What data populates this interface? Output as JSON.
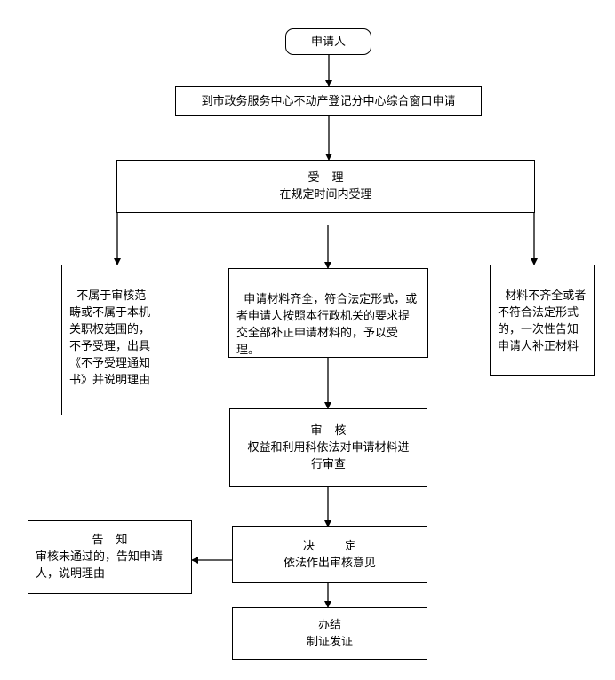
{
  "nodes": {
    "applicant": "申请人",
    "window": "到市政务服务中心不动产登记分中心综合窗口申请",
    "accept": {
      "title": "受理",
      "subtitle": "在规定时间内受理"
    },
    "reject": "不属于审核范畴或不属于本机关职权范围的，不予受理，出具《不予受理通知书》并说明理由",
    "complete": "申请材料齐全，符合法定形式，或者申请人按照本行政机关的要求提交全部补正申请材料的，予以受理。",
    "incomplete": "材料不齐全或者不符合法定形式的，一次性告知申请人补正材料",
    "review": {
      "title": "审核",
      "subtitle": "权益和利用科依法对申请材料进行审查"
    },
    "decision": {
      "title": "决定",
      "subtitle": "依法作出审核意见"
    },
    "notify": {
      "title": "告知",
      "subtitle": "审核未通过的，告知申请人，说明理由"
    },
    "finish": {
      "title": "办结",
      "subtitle": "制证发证"
    }
  }
}
